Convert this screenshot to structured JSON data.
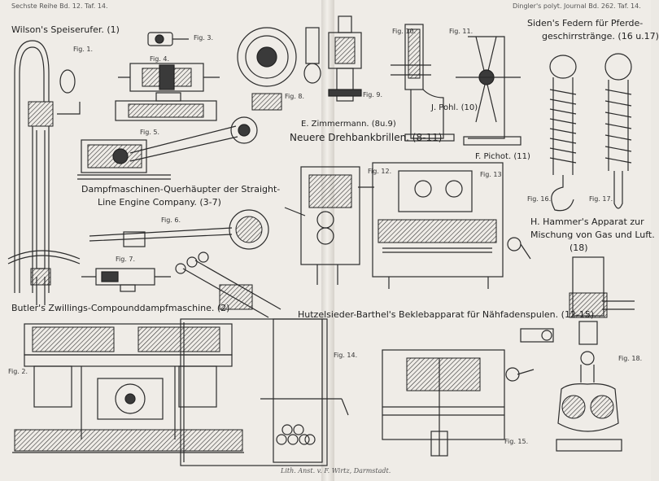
{
  "header": {
    "left": "Sechste Reihe Bd. 12. Taf. 14.",
    "right": "Dingler's polyt. Journal Bd. 262. Taf. 14."
  },
  "captions": {
    "wilson": "Wilson's Speiserufer. (1)",
    "dampf_line1": "Dampfmaschinen-Querhäupter der Straight-",
    "dampf_line2": "Line Engine Company. (3-7)",
    "butler": "Butler's Zwillings-Compounddampfmaschine. (2)",
    "zimmermann": "E. Zimmermann. (8u.9)",
    "drehbank": "Neuere Drehbankbrillen. (8-11)",
    "pohl": "J. Pohl. (10)",
    "pichot": "F. Pichot. (11)",
    "siden_line1": "Siden's Federn für Pferde-",
    "siden_line2": "geschirrstränge. (16 u.17)",
    "hammer_line1": "H. Hammer's Apparat zur",
    "hammer_line2": "Mischung von Gas und Luft.",
    "hammer_line3": "(18)",
    "hutzelsieder": "Hutzelsieder-Barthel's Beklebapparat für Nähfadenspulen. (12-15)"
  },
  "figures": {
    "f1": "Fig. 1.",
    "f2": "Fig. 2.",
    "f3": "Fig. 3.",
    "f4": "Fig. 4.",
    "f5": "Fig. 5.",
    "f6": "Fig. 6.",
    "f7": "Fig. 7.",
    "f8": "Fig. 8.",
    "f9": "Fig. 9.",
    "f10": "Fig. 10.",
    "f11": "Fig. 11.",
    "f12": "Fig. 12.",
    "f13": "Fig. 13.",
    "f14": "Fig. 14.",
    "f15": "Fig. 15.",
    "f16": "Fig. 16.",
    "f17": "Fig. 17.",
    "f18": "Fig. 18."
  },
  "footer": "Lith. Anst. v. F. Wirtz, Darmstadt."
}
